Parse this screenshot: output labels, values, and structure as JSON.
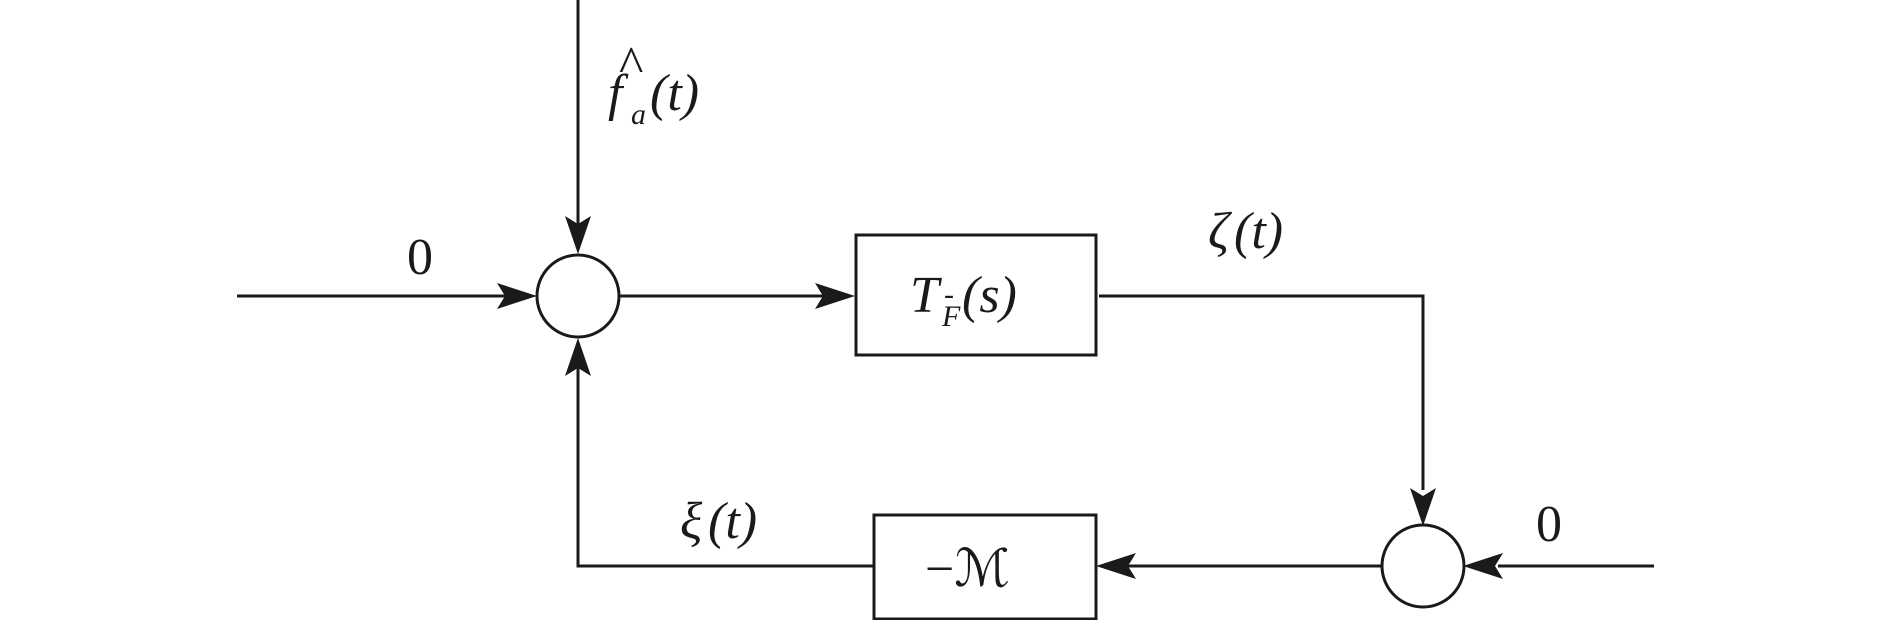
{
  "diagram": {
    "title": "Fault estimation error feedback loop",
    "input_zero_left": "0",
    "input_zero_right": "0",
    "fault_estimate_label": {
      "symbol": "f",
      "hat": "^",
      "subscript": "a",
      "argument": "(t)"
    },
    "forward_block": {
      "symbol": "T",
      "subscript": "F",
      "subscript_bar": "-",
      "argument": "(s)"
    },
    "output_label": {
      "symbol": "ζ",
      "argument": "(t)"
    },
    "feedback_block": {
      "label": "−ℳ"
    },
    "feedback_label": {
      "symbol": "ξ",
      "argument": "(t)"
    },
    "colors": {
      "stroke": "#1a1a1a",
      "background": "#ffffff"
    }
  }
}
